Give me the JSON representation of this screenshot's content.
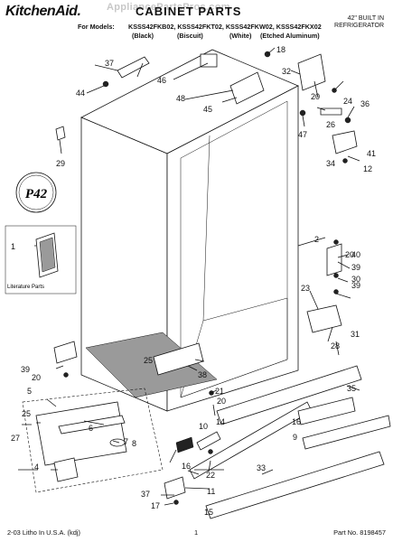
{
  "header": {
    "brand": "KitchenAid.",
    "title": "CABINET PARTS",
    "watermark": "AppliancePartsPros.com",
    "models_label": "For Models:",
    "models": "KSSS42FKB02, KSSS42FKT02, KSSS42FKW02, KSSS42FKX02",
    "variants": [
      "(Black)",
      "(Biscuit)",
      "(White)",
      "(Etched Aluminum)"
    ],
    "product_line1": "42\" BUILT IN",
    "product_line2": "REFRIGERATOR"
  },
  "literature_label": "Literature Parts",
  "logo_text": "P42",
  "part_numbers": [
    "1",
    "2",
    "4",
    "5",
    "6",
    "7",
    "8",
    "9",
    "10",
    "11",
    "12",
    "14",
    "15",
    "16",
    "16",
    "17",
    "18",
    "20",
    "20",
    "20",
    "20",
    "21",
    "22",
    "23",
    "24",
    "25",
    "25",
    "26",
    "27",
    "28",
    "29",
    "30",
    "31",
    "32",
    "33",
    "34",
    "35",
    "36",
    "37",
    "37",
    "38",
    "39",
    "39",
    "39",
    "40",
    "41",
    "44",
    "45",
    "46",
    "47",
    "48"
  ],
  "footer": {
    "left": "2-03 Litho In U.S.A. (kdj)",
    "page": "1",
    "part_no": "Part No. 8198457"
  }
}
